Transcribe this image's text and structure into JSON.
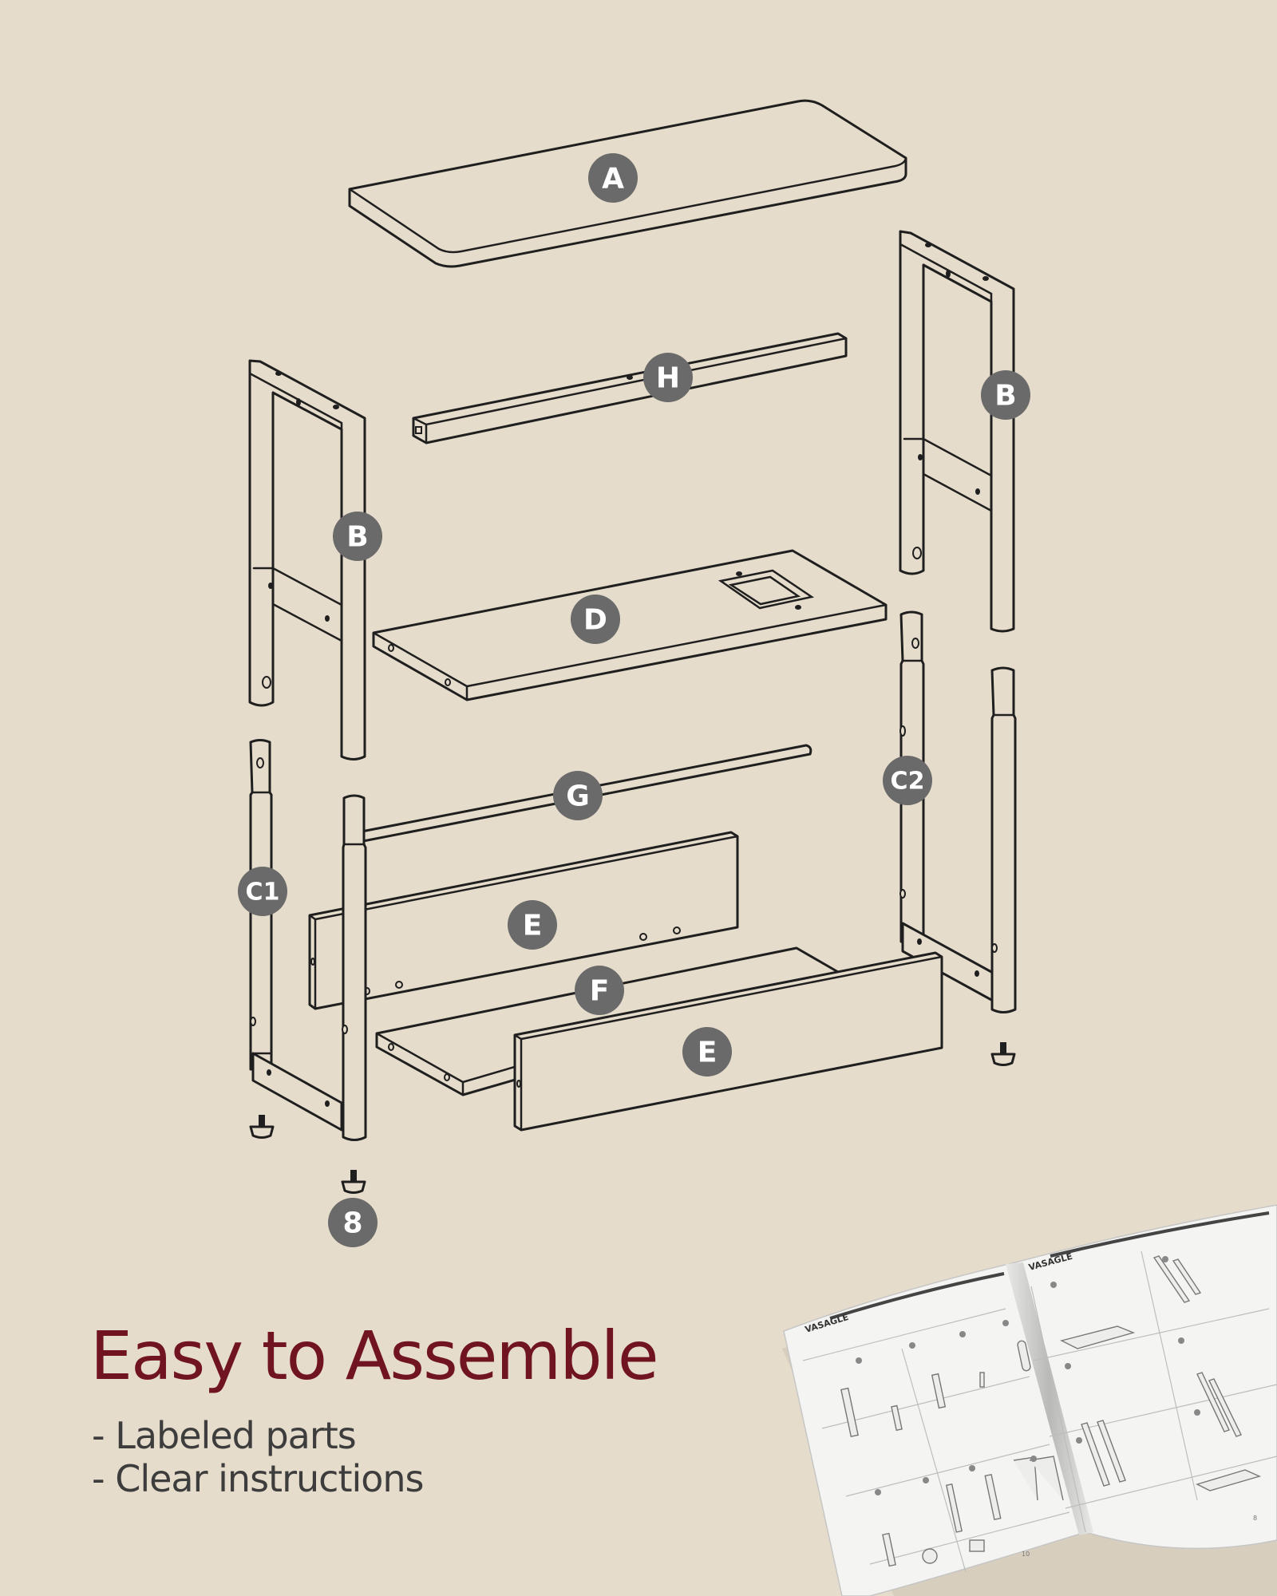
{
  "headline": "Easy to Assemble",
  "features": [
    "- Labeled parts",
    "- Clear instructions"
  ],
  "part_labels": {
    "tabletop": "A",
    "side_frame_left": "B",
    "side_frame_right": "B",
    "top_rail": "H",
    "middle_shelf": "D",
    "rod": "G",
    "leg_left": "C1",
    "leg_right": "C2",
    "panel_back": "E",
    "panel_front": "E",
    "bottom_shelf": "F",
    "foot_pad": "8"
  },
  "manual": {
    "brand_left": "VASAGLE",
    "brand_right": "VASAGLE",
    "page_left": "10",
    "page_right": "8"
  },
  "colors": {
    "background": "#e6dccb",
    "headline": "#6f1420",
    "body_text": "#3d3d3d",
    "badge": "#6a6a6a",
    "line_art": "#1f1f1f"
  }
}
